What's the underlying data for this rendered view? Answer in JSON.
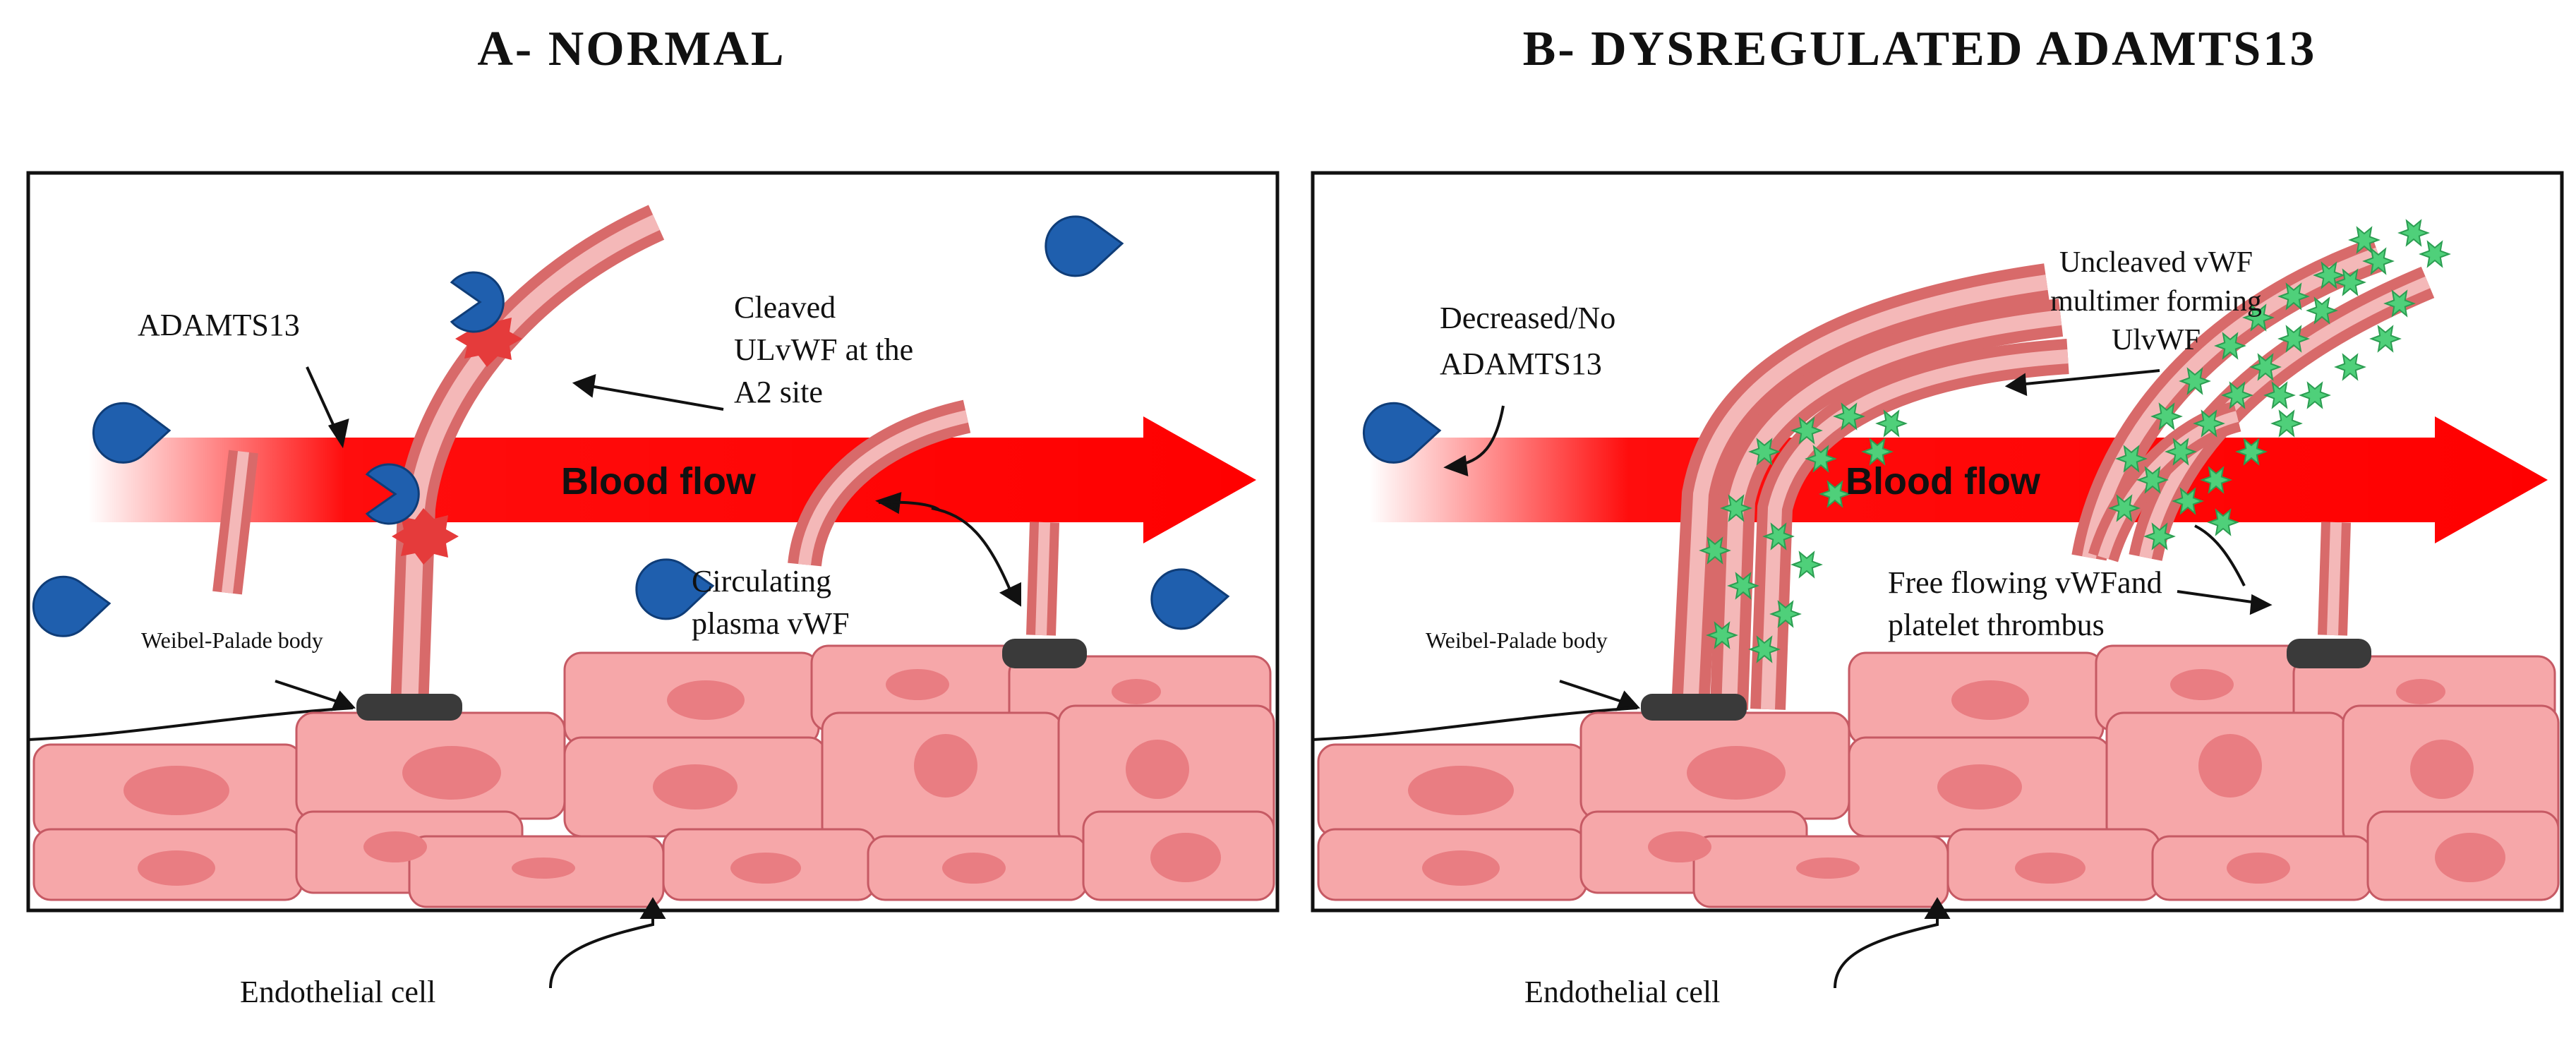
{
  "panel_a": {
    "title": "A- NORMAL",
    "adamts13": "ADAMTS13",
    "cleaved": [
      "Cleaved",
      "ULvWF at the",
      "A2 site"
    ],
    "blood_flow": "Blood flow",
    "circulating": [
      "Circulating",
      "plasma vWF"
    ],
    "weibel": "Weibel-Palade body",
    "endothelial": "Endothelial cell"
  },
  "panel_b": {
    "title": "B- DYSREGULATED ADAMTS13",
    "decreased": [
      "Decreased/No",
      "ADAMTS13"
    ],
    "uncleaved": [
      "Uncleaved vWF",
      "multimer forming",
      "UlvWF"
    ],
    "blood_flow": "Blood flow",
    "free_flowing": [
      "Free flowing vWFand",
      "platelet thrombus"
    ],
    "weibel": "Weibel-Palade body",
    "endothelial": "Endothelial cell"
  },
  "colors": {
    "flow_arrow": "#ff0000",
    "adamts13": "#1f5fae",
    "cell_fill": "#f6a7a9",
    "nucleus": "#e97d82",
    "vwf_strand": "#d86a6a",
    "platelet": "#4fd07a",
    "cleave_mark": "#e53b3b",
    "weibel_body": "#3a3a3a"
  }
}
